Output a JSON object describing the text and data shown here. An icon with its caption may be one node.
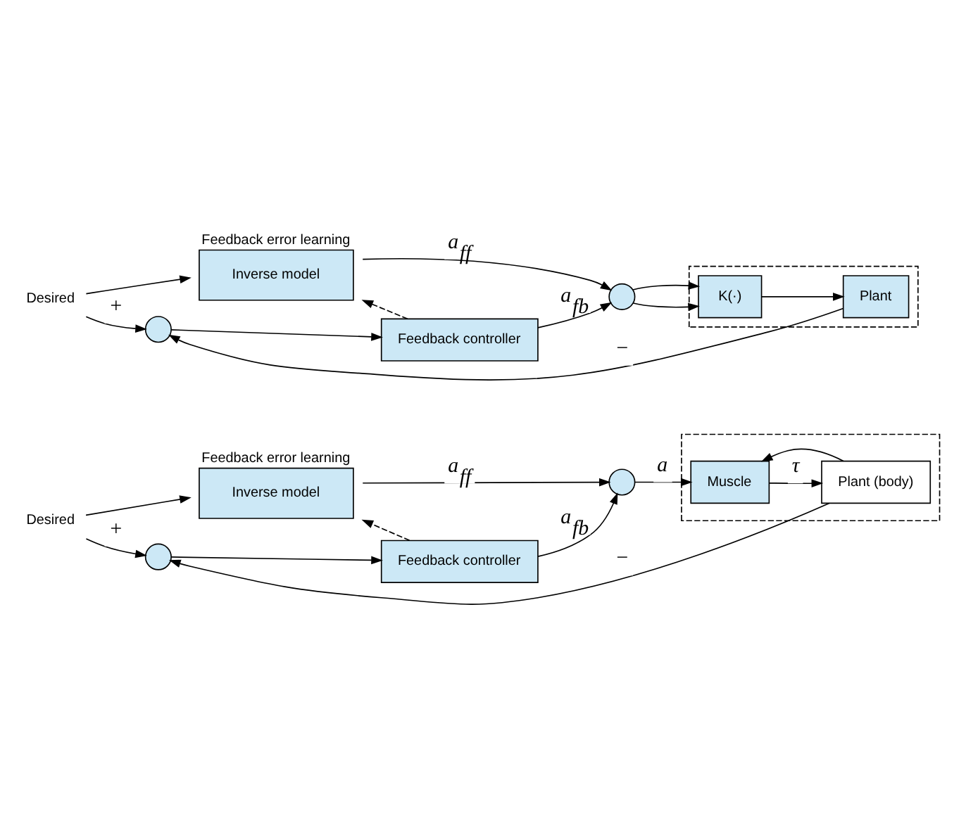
{
  "diagram": {
    "nodes": [
      {
        "text": [
          "Desired"
        ]
      },
      {
        "text": [
          "Feedback error learning",
          "Inverse model"
        ]
      },
      {
        "text": [],
        "shape": "circle"
      },
      {
        "text": [
          "Feedback controller"
        ]
      },
      {
        "text": [],
        "shape": "circle"
      },
      {
        "text": [],
        "shape": "box"
      },
      {
        "text": [
          "Muscle"
        ],
        "in": 5
      },
      {
        "text": [
          "Plant (body)"
        ],
        "in": 5
      },
      {
        "text": [
          "Desired"
        ]
      },
      {
        "text": [
          "Feedback error learning",
          "Inverse model"
        ]
      },
      {
        "text": [],
        "shape": "circle"
      },
      {
        "text": [
          "Feedback controller"
        ]
      },
      {
        "text": [],
        "shape": "circle"
      },
      {
        "text": [],
        "shape": "box"
      },
      {
        "text": [
          "K(·)"
        ],
        "in": 13
      },
      {
        "text": [
          "Plant"
        ],
        "in": 13
      }
    ],
    "edges": [
      {
        "from": 0,
        "to": 1,
        "arrow": "to"
      },
      {
        "from": 0,
        "to": 2,
        "arrow": "to",
        "label": "+"
      },
      {
        "from": 2,
        "to": 3,
        "arrow": "to"
      },
      {
        "from": 3,
        "to": 4,
        "arrow": "to",
        "label": "a$_{fb}$"
      },
      {
        "from": 3,
        "to": 1,
        "arrow": "to",
        "style": "dashed"
      },
      {
        "from": 1,
        "to": 4,
        "arrow": "to",
        "label": "a$_{ff}$"
      },
      {
        "from": 4,
        "to": 6,
        "arrow": "to",
        "label": "a"
      },
      {
        "from": 6,
        "to": 7,
        "arrow": "to",
        "label": "τ"
      },
      {
        "from": 7,
        "to": 6,
        "arrow": "to"
      },
      {
        "from": 7,
        "to": 2,
        "arrow": "to",
        "label": "−"
      },
      {
        "from": 8,
        "to": 9,
        "arrow": "to"
      },
      {
        "from": 8,
        "to": 10,
        "arrow": "to",
        "label": "+"
      },
      {
        "from": 10,
        "to": 11,
        "arrow": "to"
      },
      {
        "from": 11,
        "to": 12,
        "arrow": "to",
        "label": "a$_{fb}$"
      },
      {
        "from": 11,
        "to": 9,
        "arrow": "to",
        "style": "dashed"
      },
      {
        "from": 9,
        "to": 12,
        "arrow": "to",
        "label": "a$_{ff}$"
      },
      {
        "from": 12,
        "to": 14,
        "arrow": "to"
      },
      {
        "from": 12,
        "to": 14,
        "arrow": "to"
      },
      {
        "from": 14,
        "to": 15,
        "arrow": "to"
      },
      {
        "from": 15,
        "to": 10,
        "arrow": "to",
        "label": "−"
      }
    ]
  }
}
